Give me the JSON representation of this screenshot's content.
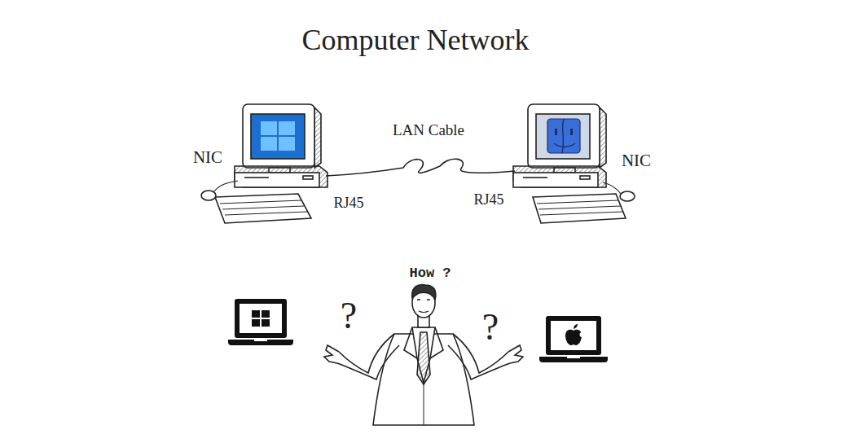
{
  "diagram": {
    "title": "Computer Network",
    "labels": [
      "LAN Cable",
      "NIC",
      "NIC",
      "RJ45",
      "RJ45",
      "How ?",
      "?",
      "?"
    ]
  }
}
